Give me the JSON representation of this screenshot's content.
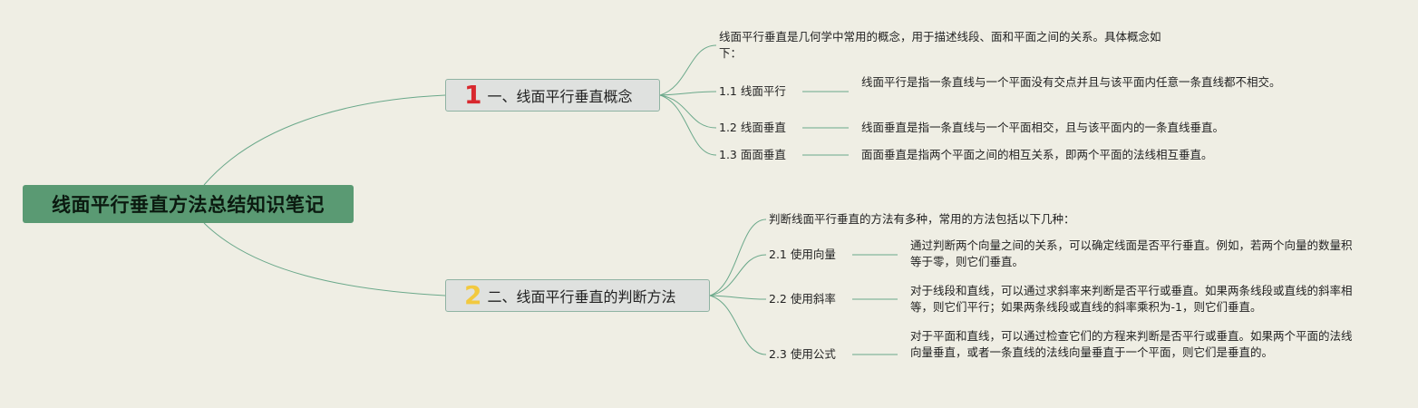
{
  "root": {
    "title": "线面平行垂直方法总结知识笔记"
  },
  "branches": [
    {
      "num": "1",
      "title": "一、线面平行垂直概念",
      "intro": "线面平行垂直是几何学中常用的概念，用于描述线段、面和平面之间的关系。具体概念如下：",
      "items": [
        {
          "label": "1.1 线面平行",
          "text": "线面平行是指一条直线与一个平面没有交点并且与该平面内任意一条直线都不相交。"
        },
        {
          "label": "1.2 线面垂直",
          "text": "线面垂直是指一条直线与一个平面相交，且与该平面内的一条直线垂直。"
        },
        {
          "label": "1.3 面面垂直",
          "text": "面面垂直是指两个平面之间的相互关系，即两个平面的法线相互垂直。"
        }
      ]
    },
    {
      "num": "2",
      "title": "二、线面平行垂直的判断方法",
      "intro": "判断线面平行垂直的方法有多种，常用的方法包括以下几种：",
      "items": [
        {
          "label": "2.1 使用向量",
          "text": "通过判断两个向量之间的关系，可以确定线面是否平行垂直。例如，若两个向量的数量积等于零，则它们垂直。"
        },
        {
          "label": "2.2 使用斜率",
          "text": "对于线段和直线，可以通过求斜率来判断是否平行或垂直。如果两条线段或直线的斜率相等，则它们平行；如果两条线段或直线的斜率乘积为-1，则它们垂直。"
        },
        {
          "label": "2.3 使用公式",
          "text": "对于平面和直线，可以通过检查它们的方程来判断是否平行或垂直。如果两个平面的法线向量垂直，或者一条直线的法线向量垂直于一个平面，则它们是垂直的。"
        }
      ]
    }
  ],
  "colors": {
    "background": "#efeee4",
    "root": "#5a9a73",
    "line": "#6aa88a",
    "num1": "#d8282e",
    "num2": "#f2c93f"
  }
}
